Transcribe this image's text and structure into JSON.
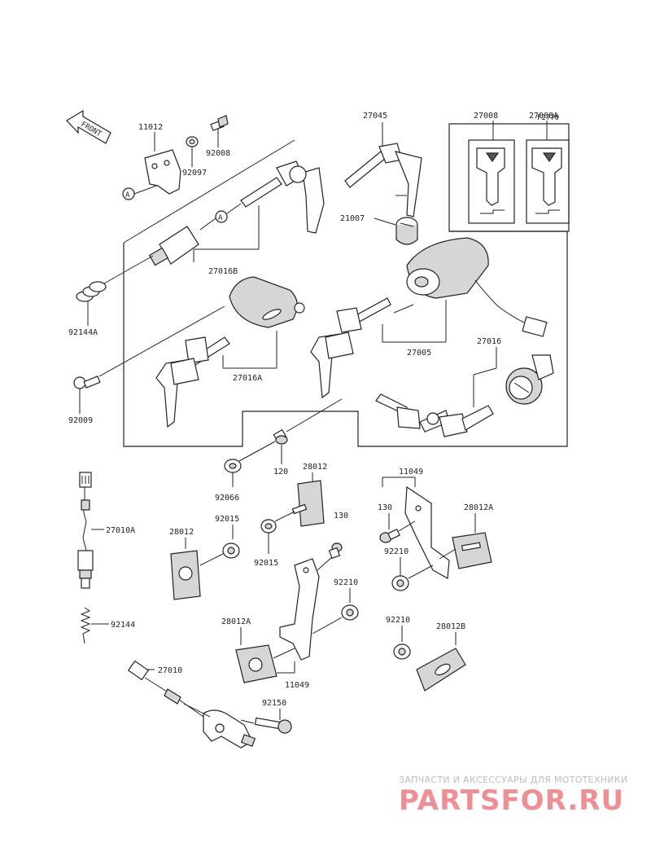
{
  "figure_code": "F2770",
  "front_arrow": "FRONT",
  "ref_marks": [
    "A",
    "A"
  ],
  "parts": {
    "p11012": "11012",
    "p92097": "92097",
    "p92008": "92008",
    "p27045": "27045",
    "p27008": "27008",
    "p27008A": "27008A",
    "p21007": "21007",
    "p27016B": "27016B",
    "p92144A": "92144A",
    "p27005": "27005",
    "p27016": "27016",
    "p27016A": "27016A",
    "p92009": "92009",
    "p120": "120",
    "p28012": "28012",
    "p11049_top": "11049",
    "p92066": "92066",
    "p130_a": "130",
    "p130_b": "130",
    "p28012A_right": "28012A",
    "p27010A": "27010A",
    "p92015_a": "92015",
    "p92015_b": "92015",
    "p28012_left": "28012",
    "p92210_a": "92210",
    "p92210_b": "92210",
    "p92210_c": "92210",
    "p92144": "92144",
    "p28012A_mid": "28012A",
    "p28012B": "28012B",
    "p11049_bottom": "11049",
    "p27010": "27010",
    "p92150": "92150"
  },
  "watermark": {
    "line1": "ЗАПЧАСТИ И АКСЕССУАРЫ ДЛЯ МОТОТЕХНИКИ",
    "line2": "PARTSFOR.RU"
  }
}
